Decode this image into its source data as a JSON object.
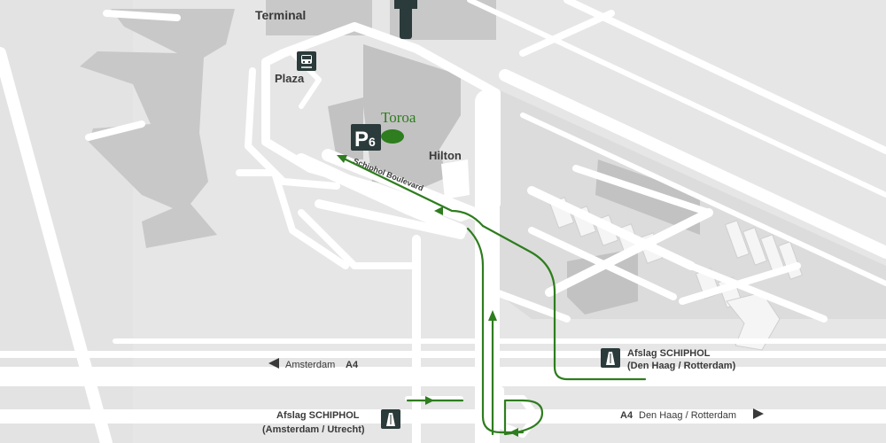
{
  "map": {
    "labels": {
      "terminal": "Terminal",
      "plaza": "Plaza",
      "hilton": "Hilton",
      "destination": "Toroa",
      "parking_letter": "P",
      "parking_number": "6",
      "boulevard": "Schiphol Boulevard",
      "a4_west": "Amsterdam",
      "a4_west_road": "A4",
      "a4_east_road": "A4",
      "a4_east": "Den Haag / Rotterdam",
      "exit_east_title": "Afslag SCHIPHOL",
      "exit_east_sub": "(Den Haag / Rotterdam)",
      "exit_west_title": "Afslag SCHIPHOL",
      "exit_west_sub": "(Amsterdam / Utrecht)"
    },
    "icons": {
      "station": "train-station-icon",
      "parking": "parking-icon",
      "motorway": "motorway-icon",
      "arrow_west": "arrow-left-icon",
      "arrow_east": "arrow-right-icon"
    },
    "colors": {
      "background": "#e6e6e6",
      "road": "#ffffff",
      "building": "#c9c9c9",
      "route": "#2e7d1e",
      "dark": "#2b3a3a"
    }
  }
}
